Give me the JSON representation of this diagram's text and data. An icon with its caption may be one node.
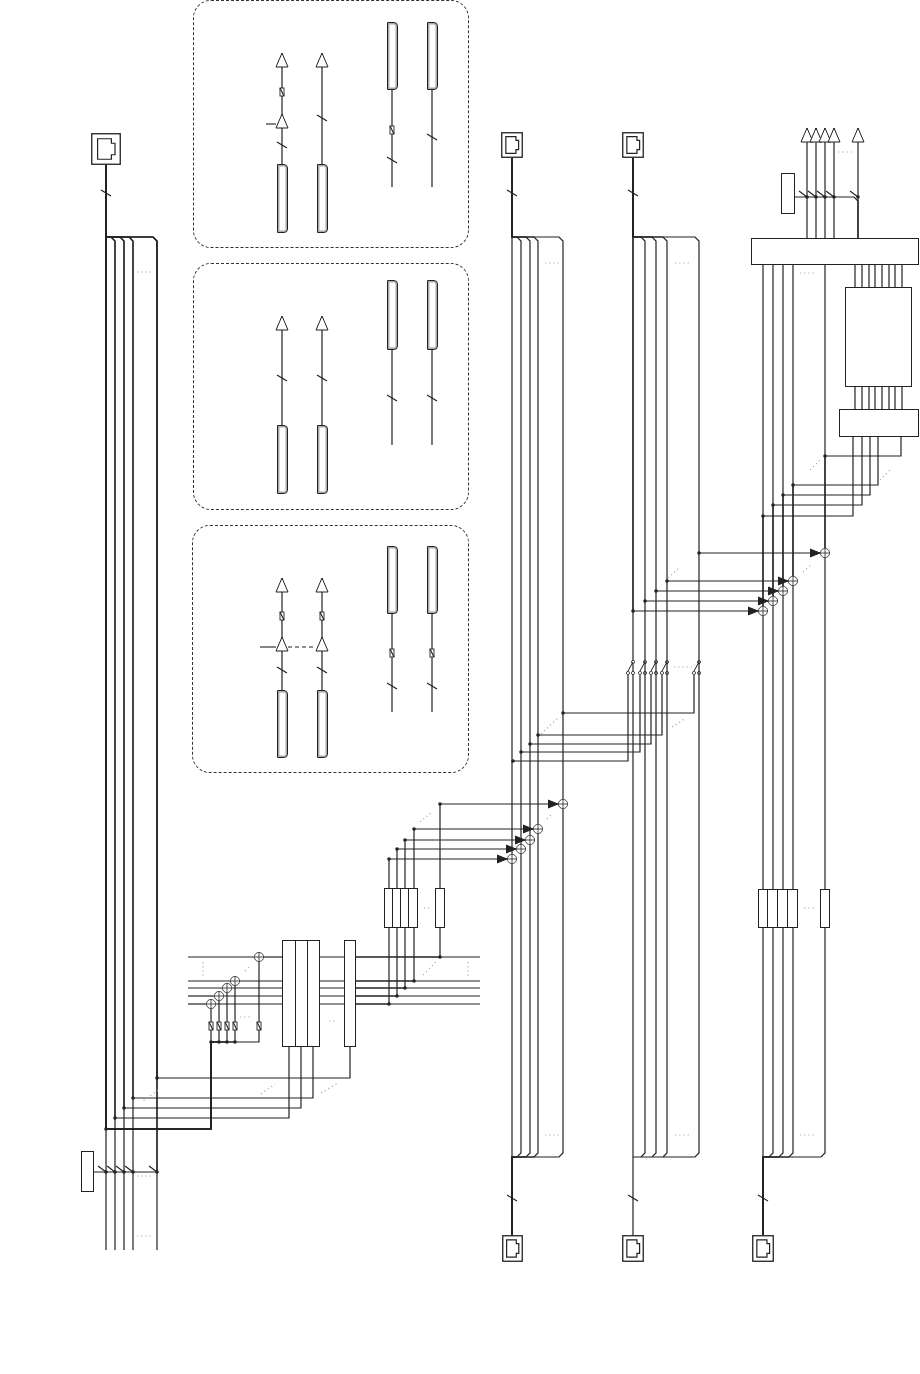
{
  "diagram": {
    "nodes": [
      {
        "text": [],
        "shape": "box"
      },
      {
        "text": [],
        "shape": "bar",
        "in": 0
      },
      {
        "text": [],
        "shape": "bar",
        "in": 0
      },
      {
        "text": [],
        "shape": "bar",
        "in": 0
      },
      {
        "text": [],
        "shape": "bar",
        "in": 0
      },
      {
        "text": [],
        "shape": "box"
      },
      {
        "text": [],
        "shape": "bar",
        "in": 5
      },
      {
        "text": [],
        "shape": "bar",
        "in": 5
      },
      {
        "text": [],
        "shape": "bar",
        "in": 5
      },
      {
        "text": [],
        "shape": "bar",
        "in": 5
      },
      {
        "text": [],
        "shape": "box"
      },
      {
        "text": [],
        "shape": "bar",
        "in": 10
      },
      {
        "text": [],
        "shape": "bar",
        "in": 10
      },
      {
        "text": [],
        "shape": "bar",
        "in": 10
      },
      {
        "text": [],
        "shape": "bar",
        "in": 10
      },
      {
        "text": [],
        "shape": "socket"
      },
      {
        "text": [],
        "shape": "socket"
      },
      {
        "text": [],
        "shape": "socket"
      },
      {
        "text": [],
        "shape": "box"
      },
      {
        "text": [],
        "shape": "box"
      },
      {
        "text": [],
        "shape": "box"
      },
      {
        "text": [],
        "shape": "box"
      },
      {
        "text": [],
        "shape": "circle"
      },
      {
        "text": [],
        "shape": "circle"
      },
      {
        "text": [],
        "shape": "circle"
      },
      {
        "text": [],
        "shape": "circle"
      },
      {
        "text": [],
        "shape": "circle"
      },
      {
        "text": [],
        "shape": "circle"
      },
      {
        "text": [],
        "shape": "circle"
      },
      {
        "text": [],
        "shape": "circle"
      },
      {
        "text": [],
        "shape": "circle"
      },
      {
        "text": [],
        "shape": "circle"
      },
      {
        "text": [],
        "shape": "box"
      },
      {
        "text": [],
        "shape": "box"
      },
      {
        "text": [],
        "shape": "box"
      },
      {
        "text": [],
        "shape": "box"
      },
      {
        "text": [],
        "shape": "box"
      },
      {
        "text": [],
        "shape": "box"
      },
      {
        "text": [],
        "shape": "box"
      },
      {
        "text": [],
        "shape": "box"
      },
      {
        "text": [],
        "shape": "box"
      },
      {
        "text": [],
        "shape": "box"
      },
      {
        "text": [],
        "shape": "box"
      },
      {
        "text": [],
        "shape": "box"
      },
      {
        "text": [],
        "shape": "box"
      },
      {
        "text": [],
        "shape": "box"
      },
      {
        "text": [],
        "shape": "circle"
      },
      {
        "text": [],
        "shape": "circle"
      },
      {
        "text": [],
        "shape": "circle"
      },
      {
        "text": [],
        "shape": "circle"
      },
      {
        "text": [],
        "shape": "circle"
      },
      {
        "text": [],
        "shape": "box"
      },
      {
        "text": [],
        "shape": "socket"
      },
      {
        "text": [],
        "shape": "socket"
      },
      {
        "text": [],
        "shape": "socket"
      }
    ],
    "edges": [
      {
        "from": 1,
        "to": null,
        "arrow": "to"
      },
      {
        "from": 2,
        "to": null,
        "arrow": "to"
      },
      {
        "from": null,
        "to": 3,
        "arrow": "none"
      },
      {
        "from": null,
        "to": 4,
        "arrow": "none"
      },
      {
        "from": 6,
        "to": null,
        "arrow": "to"
      },
      {
        "from": 7,
        "to": null,
        "arrow": "to"
      },
      {
        "from": null,
        "to": 8,
        "arrow": "none"
      },
      {
        "from": null,
        "to": 9,
        "arrow": "none"
      },
      {
        "from": 11,
        "to": null,
        "arrow": "to"
      },
      {
        "from": 12,
        "to": null,
        "arrow": "to"
      },
      {
        "from": null,
        "to": 13,
        "arrow": "none"
      },
      {
        "from": null,
        "to": 14,
        "arrow": "none"
      },
      {
        "from": 15,
        "to": 42,
        "arrow": "none"
      },
      {
        "from": 15,
        "to": 43,
        "arrow": "none"
      },
      {
        "from": 15,
        "to": 44,
        "arrow": "none"
      },
      {
        "from": 15,
        "to": 45,
        "arrow": "none"
      },
      {
        "from": 51,
        "to": 15,
        "arrow": "none"
      },
      {
        "from": 46,
        "to": 42,
        "arrow": "none"
      },
      {
        "from": 47,
        "to": 42,
        "arrow": "none"
      },
      {
        "from": 48,
        "to": 42,
        "arrow": "none"
      },
      {
        "from": 49,
        "to": 42,
        "arrow": "none"
      },
      {
        "from": 50,
        "to": 42,
        "arrow": "none"
      },
      {
        "from": 44,
        "to": 45,
        "arrow": "none"
      },
      {
        "from": 45,
        "to": 32,
        "arrow": "none"
      },
      {
        "from": 45,
        "to": 33,
        "arrow": "none"
      },
      {
        "from": 45,
        "to": 34,
        "arrow": "none"
      },
      {
        "from": 45,
        "to": 35,
        "arrow": "none"
      },
      {
        "from": 45,
        "to": 36,
        "arrow": "none"
      },
      {
        "from": 32,
        "to": 31,
        "arrow": "to"
      },
      {
        "from": 33,
        "to": 30,
        "arrow": "to"
      },
      {
        "from": 34,
        "to": 29,
        "arrow": "to"
      },
      {
        "from": 35,
        "to": 28,
        "arrow": "to"
      },
      {
        "from": 36,
        "to": 27,
        "arrow": "to"
      },
      {
        "from": 16,
        "to": 31,
        "arrow": "none"
      },
      {
        "from": 16,
        "to": 30,
        "arrow": "none"
      },
      {
        "from": 16,
        "to": 29,
        "arrow": "none"
      },
      {
        "from": 16,
        "to": 28,
        "arrow": "none"
      },
      {
        "from": 16,
        "to": 27,
        "arrow": "none"
      },
      {
        "from": 31,
        "to": 52,
        "arrow": "none"
      },
      {
        "from": 30,
        "to": 52,
        "arrow": "none"
      },
      {
        "from": 29,
        "to": 52,
        "arrow": "none"
      },
      {
        "from": 28,
        "to": 52,
        "arrow": "none"
      },
      {
        "from": 27,
        "to": 52,
        "arrow": "none"
      },
      {
        "from": 17,
        "to": 53,
        "arrow": "none"
      },
      {
        "from": 17,
        "to": 26,
        "arrow": "to"
      },
      {
        "from": 17,
        "to": 25,
        "arrow": "to"
      },
      {
        "from": 17,
        "to": 24,
        "arrow": "to"
      },
      {
        "from": 17,
        "to": 23,
        "arrow": "to"
      },
      {
        "from": 17,
        "to": 22,
        "arrow": "to"
      },
      {
        "from": 18,
        "to": 19,
        "arrow": "none"
      },
      {
        "from": 19,
        "to": null,
        "arrow": "to"
      },
      {
        "from": 19,
        "to": null,
        "arrow": "to"
      },
      {
        "from": 19,
        "to": null,
        "arrow": "to"
      },
      {
        "from": 19,
        "to": null,
        "arrow": "to"
      },
      {
        "from": 19,
        "to": null,
        "arrow": "to"
      },
      {
        "from": 19,
        "to": 20,
        "arrow": "none"
      },
      {
        "from": 20,
        "to": 21,
        "arrow": "none"
      },
      {
        "from": 19,
        "to": 26,
        "arrow": "none"
      },
      {
        "from": 19,
        "to": 25,
        "arrow": "none"
      },
      {
        "from": 19,
        "to": 24,
        "arrow": "none"
      },
      {
        "from": 19,
        "to": 23,
        "arrow": "none"
      },
      {
        "from": 19,
        "to": 22,
        "arrow": "none"
      },
      {
        "from": 21,
        "to": 26,
        "arrow": "none"
      },
      {
        "from": 21,
        "to": 25,
        "arrow": "none"
      },
      {
        "from": 21,
        "to": 24,
        "arrow": "none"
      },
      {
        "from": 21,
        "to": 23,
        "arrow": "none"
      },
      {
        "from": 21,
        "to": 22,
        "arrow": "none"
      },
      {
        "from": 26,
        "to": 37,
        "arrow": "none"
      },
      {
        "from": 25,
        "to": 38,
        "arrow": "none"
      },
      {
        "from": 24,
        "to": 39,
        "arrow": "none"
      },
      {
        "from": 23,
        "to": 40,
        "arrow": "none"
      },
      {
        "from": 22,
        "to": 41,
        "arrow": "none"
      },
      {
        "from": 37,
        "to": 54,
        "arrow": "none"
      },
      {
        "from": 38,
        "to": 54,
        "arrow": "none"
      },
      {
        "from": 39,
        "to": 54,
        "arrow": "none"
      },
      {
        "from": 40,
        "to": 54,
        "arrow": "none"
      },
      {
        "from": 41,
        "to": 54,
        "arrow": "none"
      },
      {
        "from": null,
        "to": 46,
        "arrow": "none"
      },
      {
        "from": null,
        "to": 47,
        "arrow": "none"
      },
      {
        "from": null,
        "to": 48,
        "arrow": "none"
      },
      {
        "from": null,
        "to": 49,
        "arrow": "none"
      },
      {
        "from": null,
        "to": 50,
        "arrow": "none"
      },
      {
        "from": 15,
        "to": 50,
        "arrow": "none"
      },
      {
        "from": 15,
        "to": 49,
        "arrow": "none"
      },
      {
        "from": 15,
        "to": 48,
        "arrow": "none"
      },
      {
        "from": 15,
        "to": 47,
        "arrow": "none"
      },
      {
        "from": 15,
        "to": 46,
        "arrow": "none"
      }
    ]
  }
}
